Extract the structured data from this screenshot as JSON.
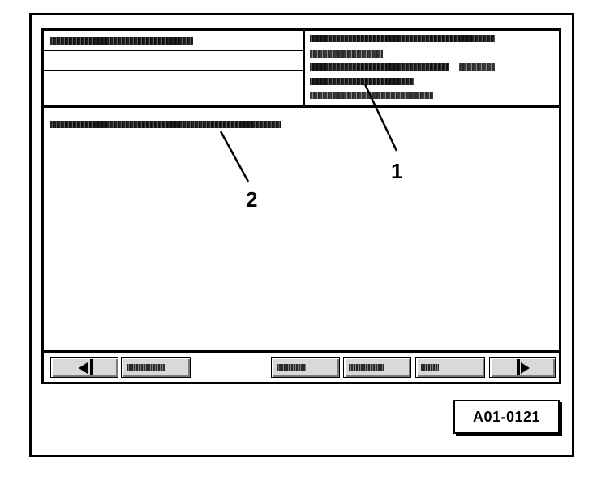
{
  "callouts": {
    "one": "1",
    "two": "2"
  },
  "figure": {
    "label": "A01-0121"
  },
  "icons": {
    "back": "arrow-left-icon",
    "forward": "arrow-right-icon"
  }
}
